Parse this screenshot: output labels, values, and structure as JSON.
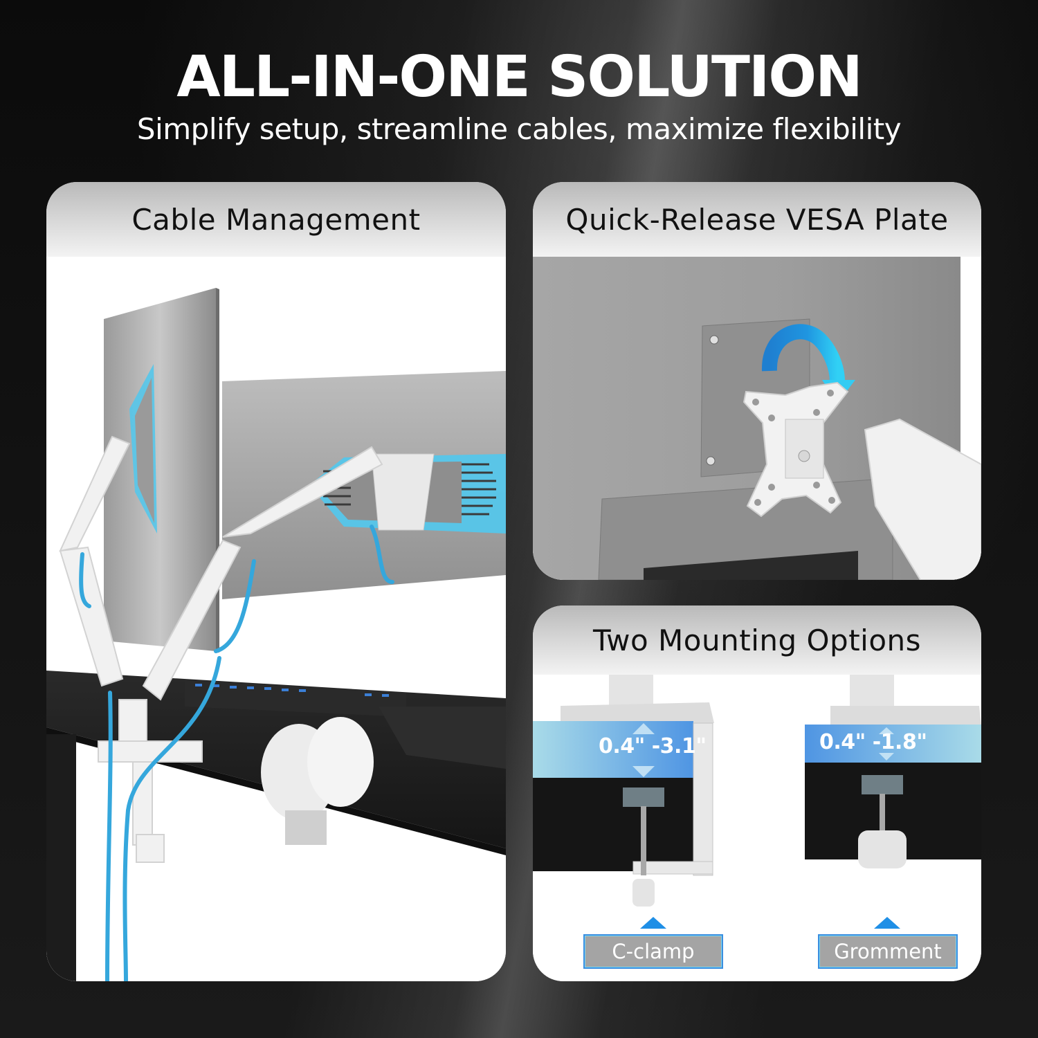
{
  "header": {
    "title": "ALL-IN-ONE SOLUTION",
    "subtitle": "Simplify setup, streamline cables, maximize flexibility"
  },
  "panels": {
    "cable_management": {
      "title": "Cable Management",
      "image_description": "Dual white monitor arm on black desk with blue cables routed through arms, keyboard and game controllers on desk"
    },
    "vesa_plate": {
      "title": "Quick-Release VESA Plate",
      "image_description": "Back of monitor with white quick-release VESA plate and blue curved arrow showing hook-on motion"
    },
    "mounting_options": {
      "title": "Two Mounting Options",
      "options": [
        {
          "name": "C-clamp",
          "desk_thickness": "0.4\" -3.1\""
        },
        {
          "name": "Gromment",
          "desk_thickness": "0.4\" -1.8\""
        }
      ]
    }
  },
  "colors": {
    "background": "#050505",
    "accent_blue": "#1f8fe6",
    "cable_blue": "#3aaee0",
    "label_gray": "#a4a4a4",
    "desk_black": "#1c1c1c"
  }
}
